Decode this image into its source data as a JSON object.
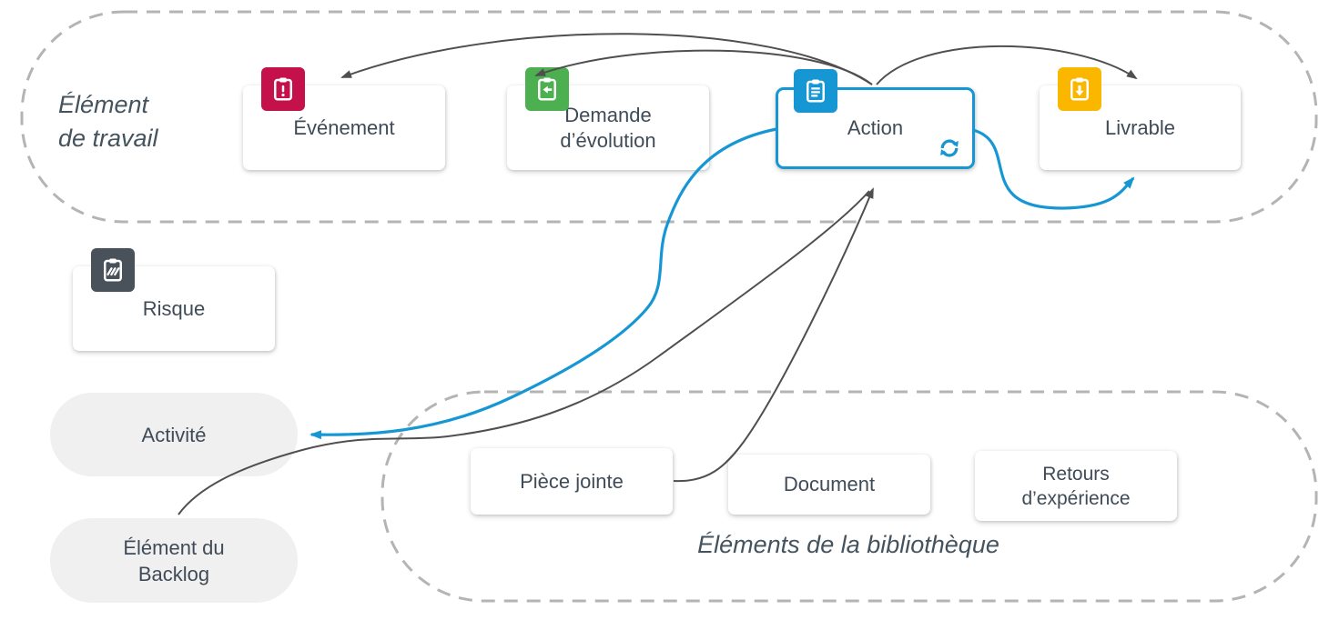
{
  "groups": {
    "work": {
      "line1": "Élément",
      "line2": "de travail"
    },
    "library": {
      "label": "Éléments de la bibliothèque"
    }
  },
  "nodes": {
    "evenement": {
      "label": "Événement",
      "icon": "clipboard-exclamation-icon",
      "icon_color": "#C5114B"
    },
    "demande": {
      "line1": "Demande",
      "line2": "d’évolution",
      "icon": "clipboard-return-arrow-icon",
      "icon_color": "#4CAF50"
    },
    "action": {
      "label": "Action",
      "icon": "clipboard-list-icon",
      "icon_color": "#1697D4",
      "border_color": "#1697D4",
      "badge_icon": "sync-icon"
    },
    "livrable": {
      "label": "Livrable",
      "icon": "clipboard-download-icon",
      "icon_color": "#FBB700"
    },
    "risque": {
      "label": "Risque",
      "icon": "clipboard-hatch-icon",
      "icon_color": "#49525B"
    },
    "activite": {
      "label": "Activité",
      "shape": "pill"
    },
    "backlog": {
      "line1": "Élément du",
      "line2": "Backlog",
      "shape": "pill"
    },
    "piece_jointe": {
      "label": "Pièce jointe"
    },
    "document": {
      "label": "Document"
    },
    "retours": {
      "line1": "Retours",
      "line2": "d’expérience"
    }
  },
  "edges": [
    {
      "from": "Action",
      "to": "Événement",
      "style": "dark-arc-arrow"
    },
    {
      "from": "Action",
      "to": "Demande d’évolution",
      "style": "dark-arc-arrow"
    },
    {
      "from": "Action",
      "to": "Livrable",
      "style": "dark-arc-arrow"
    },
    {
      "from": "Action",
      "to": "Livrable",
      "style": "blue-curve-arrow"
    },
    {
      "from": "Action",
      "to": "Activité",
      "style": "blue-curve-arrow"
    },
    {
      "from": "Pièce jointe",
      "to": "Action",
      "style": "dark-curve-arrow"
    },
    {
      "from": "Élément du Backlog",
      "to": "Action",
      "style": "dark-curve-arrow"
    }
  ],
  "colors": {
    "crimson": "#C5114B",
    "green": "#4CAF50",
    "blue": "#1697D4",
    "amber": "#FBB700",
    "slate_dark": "#49525B",
    "text": "#3F4B57",
    "arrow_dark": "#4F4F4F",
    "dashed_border": "#B4B4B4",
    "pill_bg": "#F0F0F0"
  }
}
